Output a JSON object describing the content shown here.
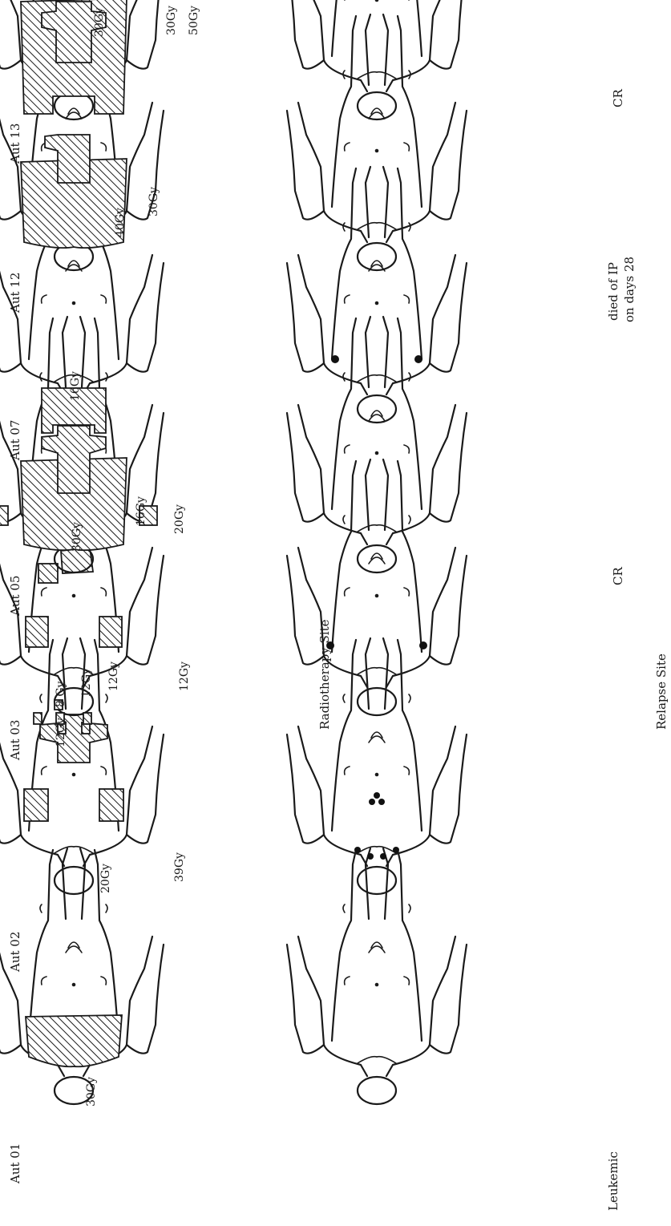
{
  "patients": [
    {
      "id": "Aut 01",
      "doses": [
        "30Gy"
      ],
      "outcome": [
        "Leukemic"
      ]
    },
    {
      "id": "Aut 02",
      "doses": [
        "20Gy",
        "39Gy"
      ],
      "outcome": []
    },
    {
      "id": "Aut 03",
      "doses": [
        "12Gy",
        "8 Gy",
        "12Gy",
        "12Gy",
        "12Gy"
      ],
      "outcome": []
    },
    {
      "id": "Aut 05",
      "doses": [
        "30Gy",
        "16Gy",
        "20Gy"
      ],
      "outcome": [
        "CR"
      ]
    },
    {
      "id": "Aut 07",
      "doses": [
        "16Gy"
      ],
      "outcome": []
    },
    {
      "id": "Aut 12",
      "doses": [
        "40Gy",
        "30Gy"
      ],
      "outcome": [
        "died of IP",
        "on days 28"
      ]
    },
    {
      "id": "Aut 13",
      "doses": [
        "30Gy",
        "30Gy",
        "50Gy"
      ],
      "outcome": [
        "CR"
      ]
    }
  ],
  "row_labels": {
    "radiotherapy": "Radiotherapy Site",
    "relapse": "Relapse Site"
  },
  "colors": {
    "ink": "#1a1a1a",
    "background": "#ffffff"
  },
  "icons": {
    "figure": "human-body-outline-icon",
    "field": "hatched-radiation-field",
    "relapse": "filled-relapse-dot"
  }
}
